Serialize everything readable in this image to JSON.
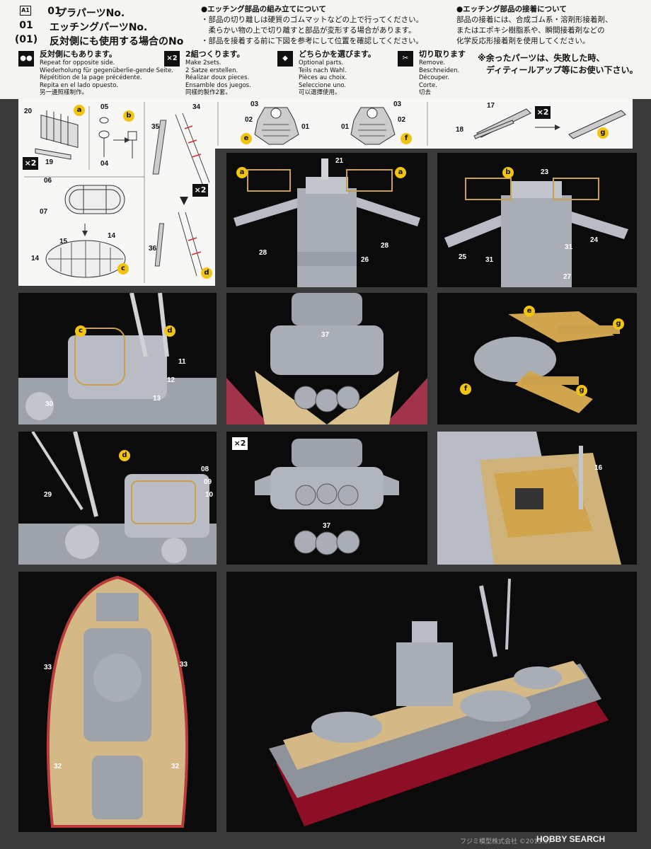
{
  "header": {
    "badge": "A1",
    "rows": [
      {
        "num": "01",
        "text": "プラパーツNo."
      },
      {
        "num": "01",
        "text": "エッチングパーツNo."
      },
      {
        "num": "(01)",
        "text": "反対側にも使用する場合のNo"
      }
    ],
    "assembly_notes": {
      "heading": "●エッチング部品の組み立てについて",
      "lines": [
        "・部品の切り離しは硬質のゴムマットなどの上で行ってください。",
        "　柔らかい物の上で切り離すと部品が変形する場合があります。",
        "・部品を接着する前に下図を参考にして位置を確認してください。"
      ]
    },
    "glue_notes": {
      "heading": "●エッチング部品の接着について",
      "lines": [
        "部品の接着には、合成ゴム系・溶剤形接着剤、",
        "またはエポキシ樹脂系や、瞬間接着剤などの",
        "化学反応形接着剤を使用してください。"
      ]
    },
    "symbols": [
      {
        "icon": "●●",
        "title": "反対側にもあります。",
        "lines": [
          "Repeat for opposite side.",
          "Wiederholung für gegenüberlie-gende Seite.",
          "Répétition de la page précédente.",
          "Repita en el lado opuesto.",
          "另一邊照樣制作。"
        ]
      },
      {
        "icon": "×2",
        "title": "2組つくります。",
        "lines": [
          "Make 2sets.",
          "2 Satze erstellen.",
          "Réalizar doux pieces.",
          "Ensamble dos juegos.",
          "同樣的製作2套。"
        ]
      },
      {
        "icon": "◆",
        "title": "どちらかを選びます。",
        "lines": [
          "Optional parts.",
          "Teils nach Wahl.",
          "Pièces au choix.",
          "Seleccione uno.",
          "可以選擇使用。"
        ]
      },
      {
        "icon": "✂",
        "title": "切り取ります",
        "lines": [
          "Remove.",
          "Beschneiden.",
          "Découper.",
          "Corte.",
          "切去"
        ]
      }
    ],
    "warning": [
      "※余ったパーツは、失敗した時、",
      "ディティールアップ等にお使い下さい。"
    ]
  },
  "diagram": {
    "a_parts": [
      "20",
      "19"
    ],
    "a_label": "a",
    "b_parts": [
      "05",
      "04"
    ],
    "b_label": "b",
    "c_parts": [
      "06",
      "07",
      "15",
      "14",
      "14"
    ],
    "c_label": "c",
    "ladder_parts": [
      "34",
      "35",
      "36"
    ],
    "d_label": "d",
    "e_parts": [
      "03",
      "02",
      "01"
    ],
    "e_label": "e",
    "f_parts": [
      "03",
      "02",
      "01"
    ],
    "f_label": "f",
    "g_parts": [
      "17",
      "18"
    ],
    "g_label": "g",
    "multiplier": "×2"
  },
  "photos": {
    "p1": {
      "labels": [
        "a",
        "a"
      ],
      "nums": [
        "21",
        "28",
        "28",
        "26"
      ]
    },
    "p2": {
      "labels": [
        "b"
      ],
      "nums": [
        "23",
        "24",
        "25",
        "31",
        "31",
        "27"
      ]
    },
    "p3": {
      "labels": [
        "c",
        "d"
      ],
      "nums": [
        "11",
        "12",
        "13",
        "30"
      ]
    },
    "p4": {
      "nums": [
        "37"
      ]
    },
    "p5": {
      "labels": [
        "e",
        "g",
        "f",
        "g"
      ]
    },
    "p6": {
      "labels": [
        "d"
      ],
      "nums": [
        "08",
        "09",
        "10",
        "29"
      ]
    },
    "p7": {
      "mult": "×2",
      "nums": [
        "37"
      ]
    },
    "p8": {
      "nums": [
        "16"
      ]
    },
    "p9": {
      "nums": [
        "33",
        "33",
        "32",
        "32"
      ]
    }
  },
  "footer": {
    "copyright": "フジミ模型株式会社 ©2013.07",
    "watermark": "HOBBY SEARCH"
  }
}
